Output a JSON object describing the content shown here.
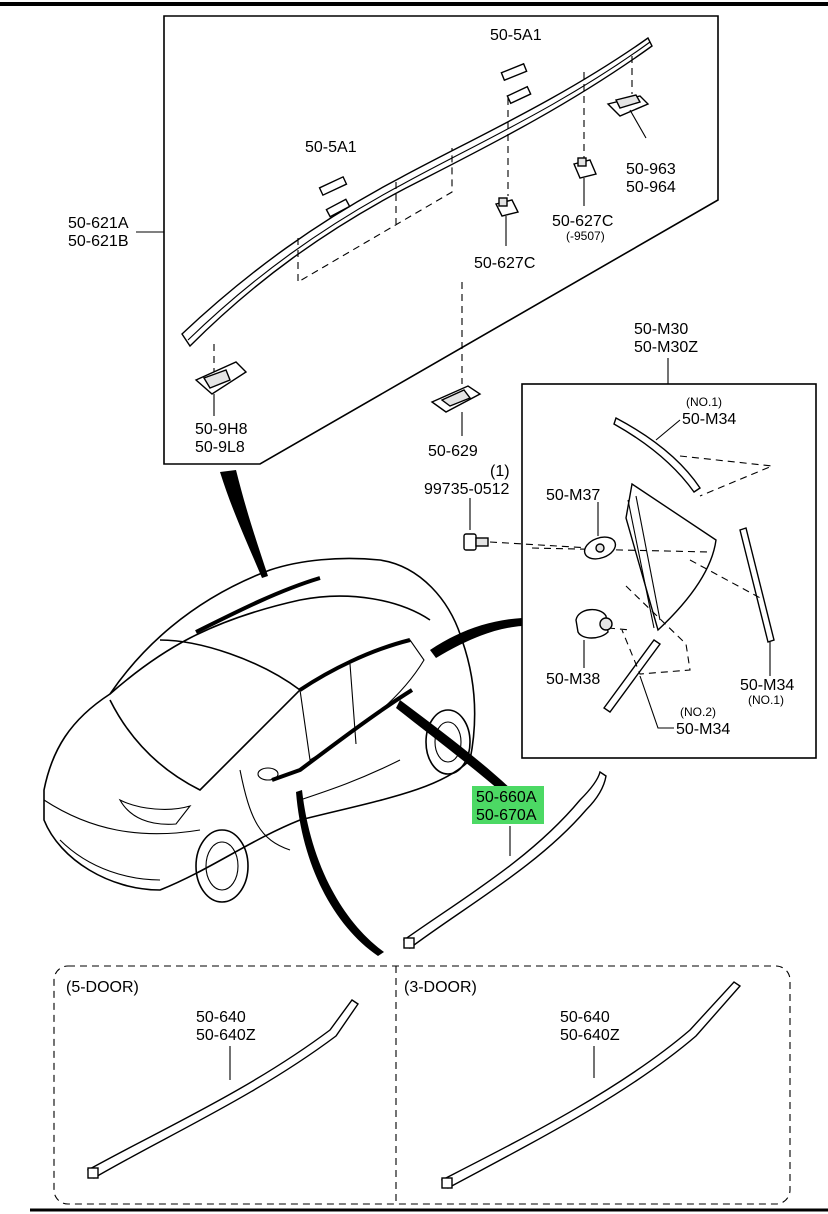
{
  "labels": {
    "roof_upper_a": "50-5A1",
    "roof_upper_b": "50-5A1",
    "rail_a": "50-621A",
    "rail_b": "50-621B",
    "clip_963": "50-963",
    "clip_964": "50-964",
    "clip_627c_right": "50-627C",
    "clip_627c_right_note": "(-9507)",
    "clip_627c_mid": "50-627C",
    "clip_9h8": "50-9H8",
    "clip_9l8": "50-9L8",
    "clip_629": "50-629",
    "bolt_qty": "(1)",
    "bolt": "99735-0512",
    "window_a": "50-M30",
    "window_b": "50-M30Z",
    "m34_top_note": "(NO.1)",
    "m34_top": "50-M34",
    "m37": "50-M37",
    "m38": "50-M38",
    "m34_right": "50-M34",
    "m34_right_note": "(NO.1)",
    "m34_bottom_note": "(NO.2)",
    "m34_bottom": "50-M34",
    "molding_a": "50-660A",
    "molding_b": "50-670A",
    "five_door": "(5-DOOR)",
    "five_door_part_a": "50-640",
    "five_door_part_b": "50-640Z",
    "three_door": "(3-DOOR)",
    "three_door_part_a": "50-640",
    "three_door_part_b": "50-640Z"
  },
  "colors": {
    "highlight": "#4cd964",
    "ink": "#000000"
  }
}
